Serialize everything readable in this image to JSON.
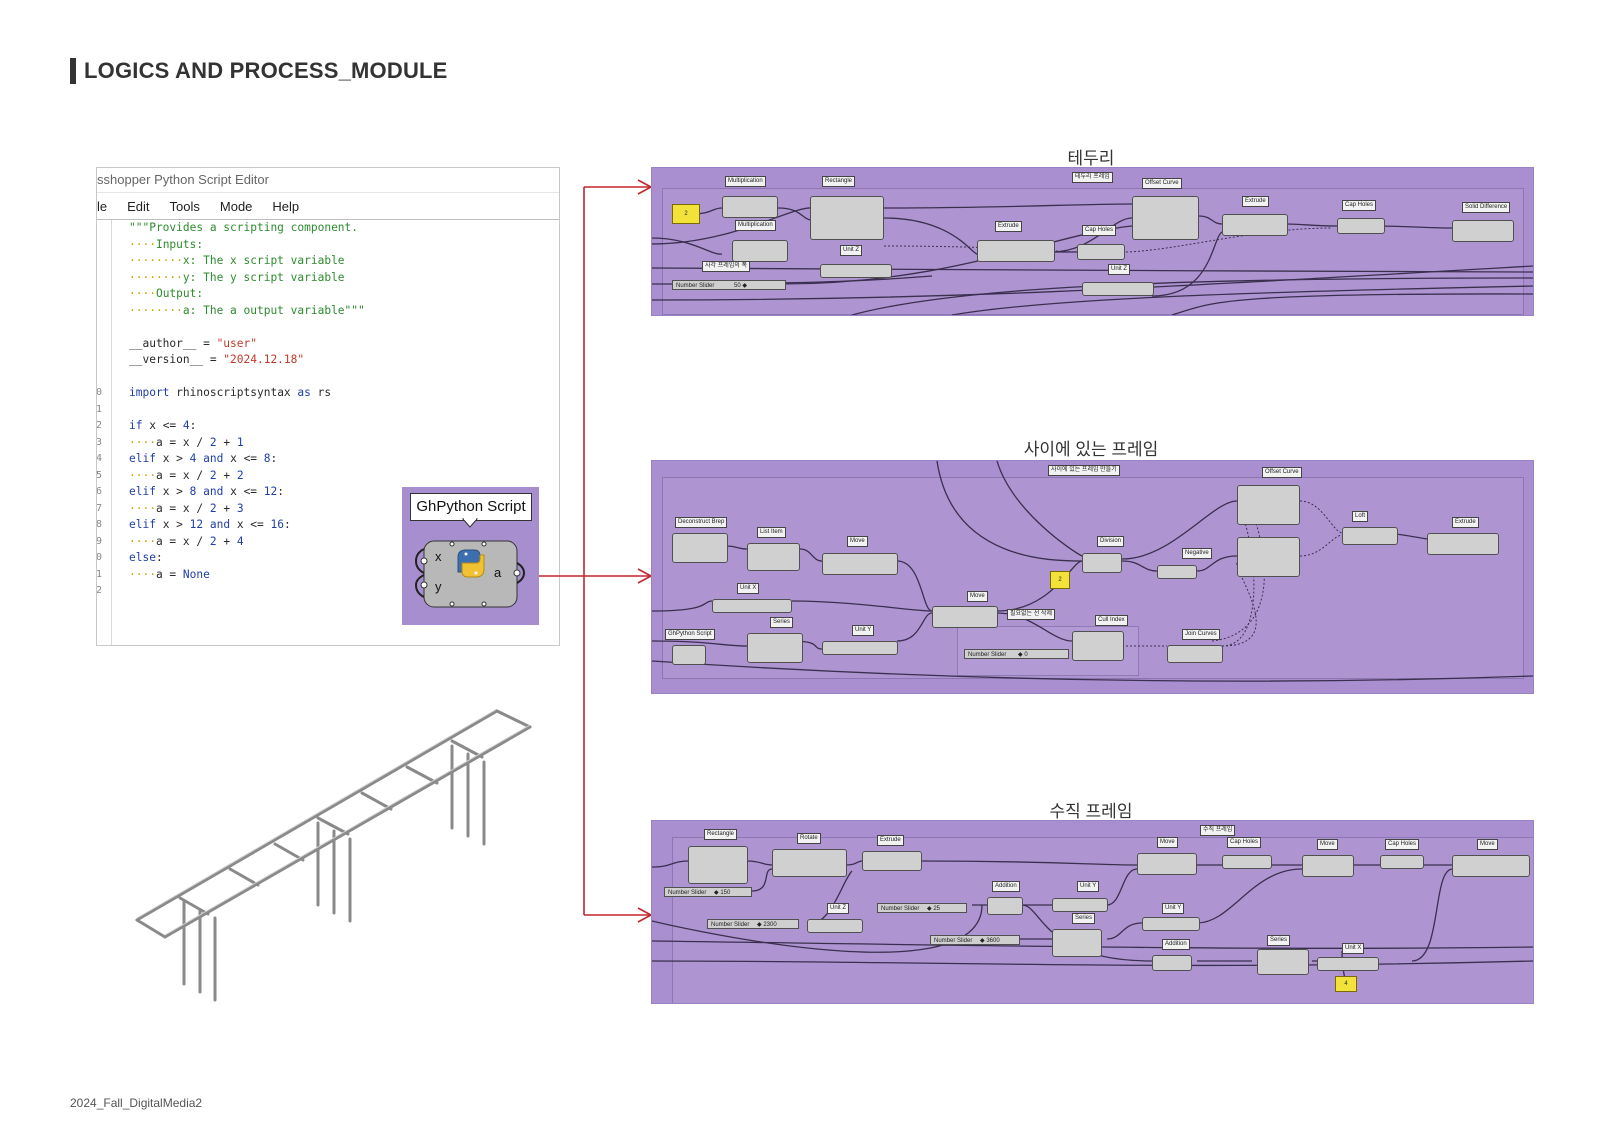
{
  "page": {
    "title": "LOGICS AND PROCESS_MODULE",
    "footer": "2024_Fall_DigitalMedia2"
  },
  "editor": {
    "title": "sshopper Python Script Editor",
    "menu": [
      "le",
      "Edit",
      "Tools",
      "Mode",
      "Help"
    ],
    "line_numbers": [
      "",
      "",
      "",
      "",
      "",
      "",
      "",
      "",
      "",
      "",
      "0",
      "1",
      "2",
      "3",
      "4",
      "5",
      "6",
      "7",
      "8",
      "9",
      "0",
      "1",
      "2",
      "3"
    ],
    "lines": [
      "\"\"\"Provides a scripting component.",
      "····Inputs:",
      "········x: The x script variable",
      "········y: The y script variable",
      "····Output:",
      "········a: The a output variable\"\"\"",
      "",
      "__author__ = \"user\"",
      "__version__ = \"2024.12.18\"",
      "",
      "import rhinoscriptsyntax as rs",
      "",
      "if x <= 4:",
      "····a = x / 2 + 1",
      "elif x > 4 and x <= 8:",
      "····a = x / 2 + 2",
      "elif x > 8 and x <= 12:",
      "····a = x / 2 + 3",
      "elif x > 12 and x <= 16:",
      "····a = x / 2 + 4",
      "else:",
      "····a = None",
      ""
    ]
  },
  "ghpython": {
    "label": "GhPython Script",
    "input_x": "x",
    "input_y": "y",
    "output_a": "a"
  },
  "panels": [
    {
      "title": "테두리",
      "group_label": "테두리 프레임",
      "nodes": [
        "Multiplication",
        "Multiplication",
        "Rectangle",
        "Extrude",
        "Unit Z",
        "Cap Holes",
        "Offset Curve",
        "Extrude",
        "Cap Holes",
        "Solid Difference",
        "Unit Z"
      ],
      "slider": "Number Slider",
      "slider_value": "50 ◆",
      "slider_group": "사각 프레임의 폭"
    },
    {
      "title": "사이에 있는 프레임",
      "group_label": "사이에 있는 프레임 만들기",
      "nodes": [
        "Deconstruct Brep",
        "List Item",
        "Move",
        "Unit X",
        "Division",
        "Negative",
        "Offset Curve",
        "Loft",
        "Extrude",
        "Move",
        "Cull Index",
        "Join Curves",
        "Series",
        "Unit Y",
        "GhPython Script"
      ],
      "slider": "Number Slider",
      "slider_value": "◆ 0",
      "annotation": "필요없는 선 삭제"
    },
    {
      "title": "수직  프레임",
      "group_label": "수직 프레임",
      "nodes": [
        "Rectangle",
        "Rotate",
        "Extrude",
        "Move",
        "Cap Holes",
        "Move",
        "Cap Holes",
        "Move",
        "Addition",
        "Unit Y",
        "Unit Z",
        "Series",
        "Unit Y",
        "Addition",
        "Series",
        "Unit X"
      ],
      "sliders": [
        {
          "label": "Number Slider",
          "value": "◆ 150"
        },
        {
          "label": "Number Slider",
          "value": "◆ 2300"
        },
        {
          "label": "Number Slider",
          "value": "◆ 25"
        },
        {
          "label": "Number Slider",
          "value": "◆ 3600"
        }
      ]
    }
  ],
  "colors": {
    "panel": "#a98fd0",
    "arrow": "#c0272d",
    "node": "#d0d0d0",
    "wire": "#3b2f4f"
  }
}
